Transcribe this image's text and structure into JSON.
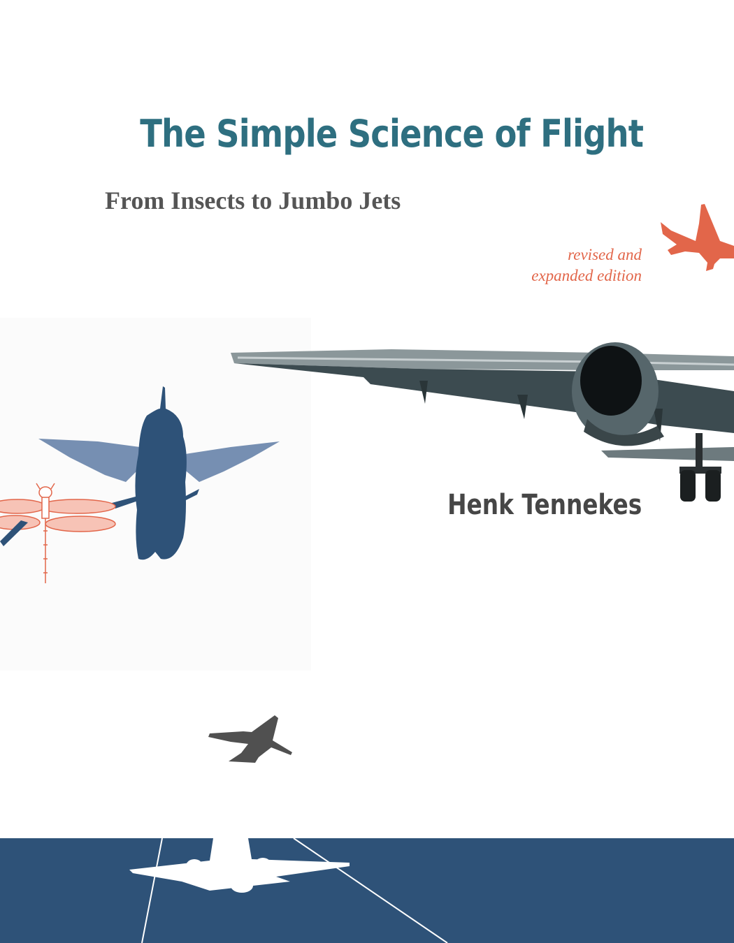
{
  "book": {
    "title": "The Simple Science of Flight",
    "subtitle": "From Insects to Jumbo Jets",
    "edition_line1": "revised and",
    "edition_line2": "expanded edition",
    "author": "Henk Tennekes"
  },
  "colors": {
    "title": "#2e6f80",
    "accent": "#e2664a",
    "navy": "#2e5278",
    "hummingbird": "#2e5278",
    "text_gray": "#555555"
  },
  "icons": [
    "orange-airplane-icon",
    "jumbo-jet-wing-image",
    "hummingbird-silhouette",
    "dragonfly-illustration",
    "gray-airplane-icon",
    "white-airplane-icon"
  ]
}
